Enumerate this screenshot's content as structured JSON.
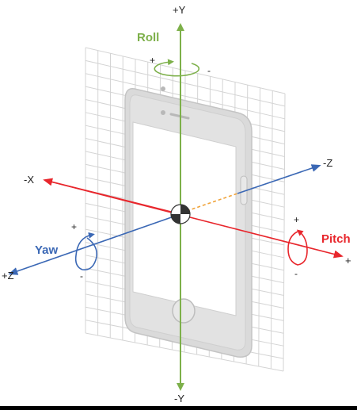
{
  "axes": {
    "pos_y": "+Y",
    "neg_y": "-Y",
    "neg_x": "-X",
    "neg_z": "-Z",
    "pos_z": "+Z",
    "pos_x": "+"
  },
  "rotations": {
    "roll": {
      "label": "Roll",
      "plus": "+",
      "minus": "-"
    },
    "yaw": {
      "label": "Yaw",
      "plus": "+",
      "minus": "-"
    },
    "pitch": {
      "label": "Pitch",
      "plus": "+",
      "minus": "-"
    }
  },
  "colors": {
    "background": "#ffffff",
    "y_axis": "#7db04a",
    "x_axis": "#e8262c",
    "z_axis": "#3b68b5",
    "z_dashed": "#f0a33a",
    "grid": "#d4d4d4",
    "phone_body": "#dadada",
    "phone_screen": "#ffffff"
  }
}
